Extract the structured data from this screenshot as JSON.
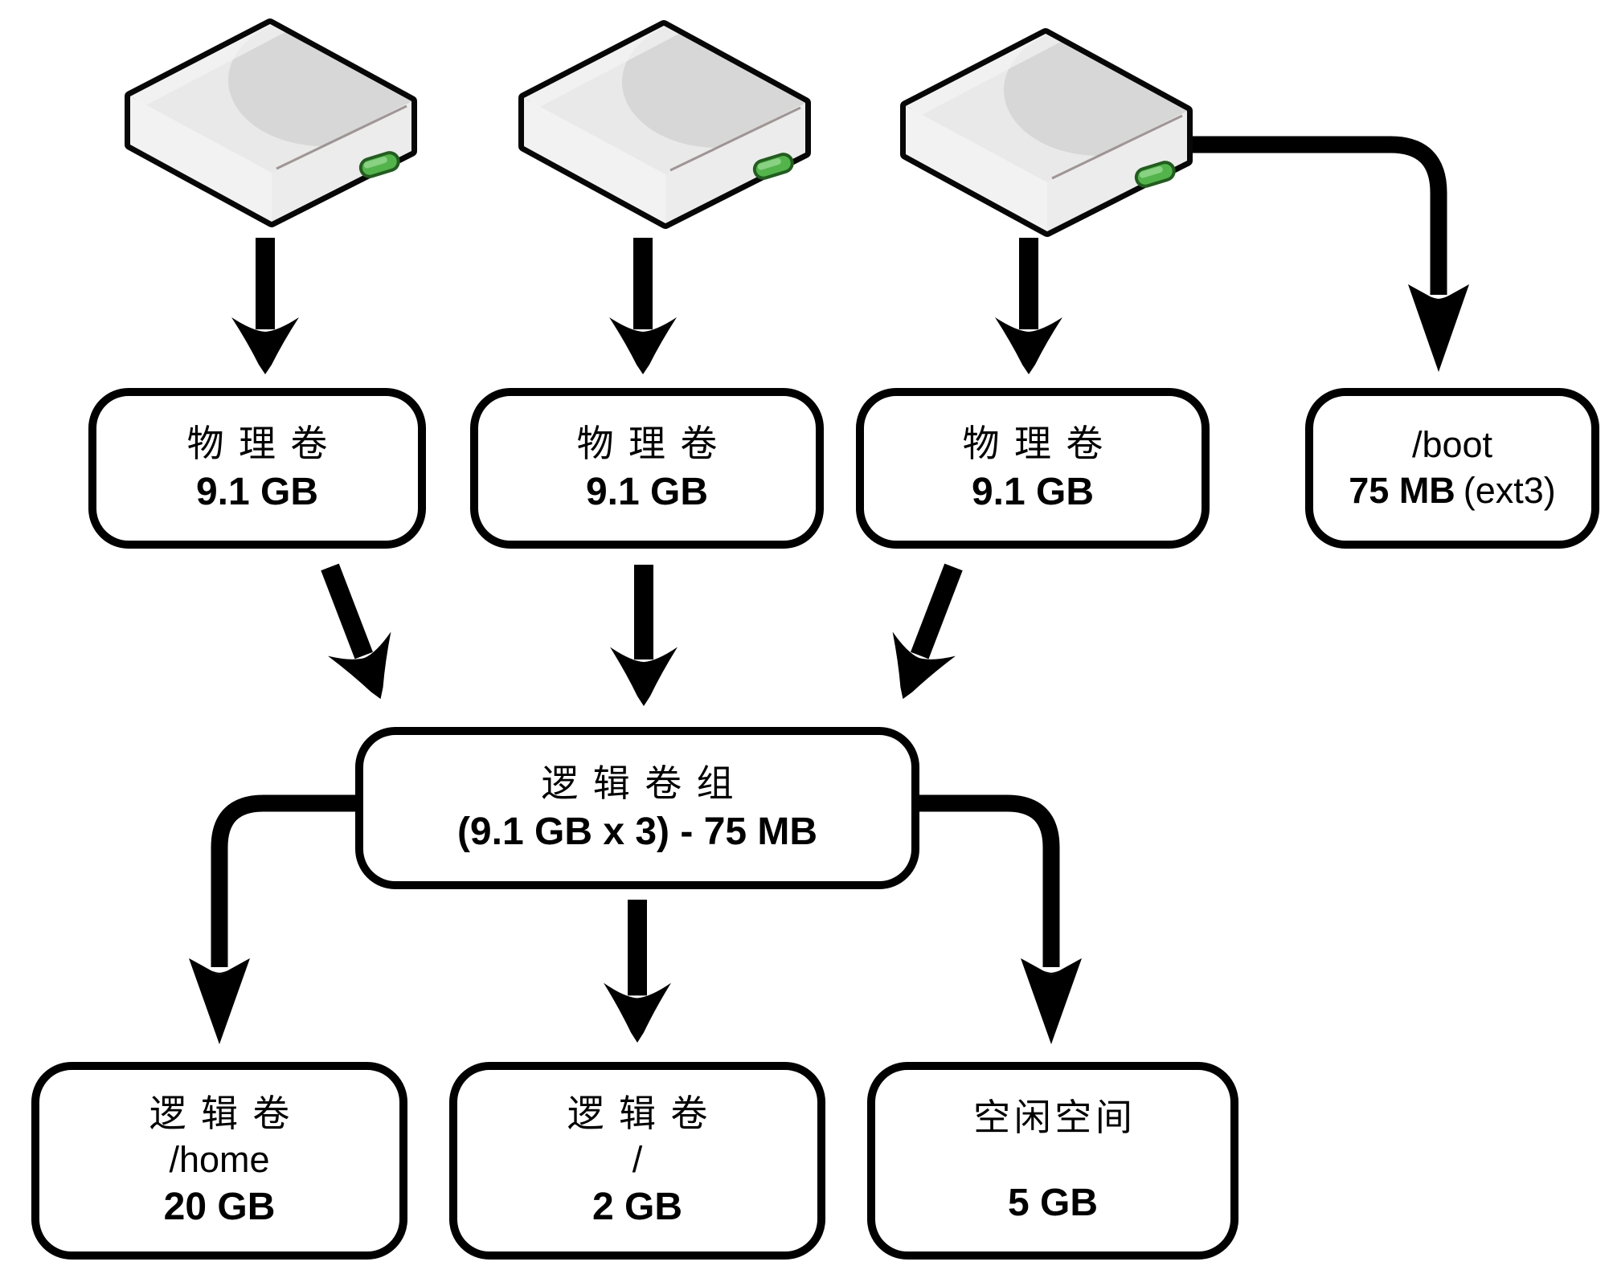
{
  "diagram": {
    "title_semantic": "LVM logical volume management diagram",
    "colors": {
      "background": "#ffffff",
      "stroke": "#000000",
      "disk_top": "#e9e9e9",
      "disk_sheen": "#d7d7d7",
      "disk_front": "#f6f6f6",
      "disk_side": "#ededed",
      "led_green": "#54b44c",
      "led_border": "#235c20"
    },
    "disks": [
      {
        "icon": "hard-drive-icon"
      },
      {
        "icon": "hard-drive-icon"
      },
      {
        "icon": "hard-drive-icon"
      }
    ],
    "physical_volumes": [
      {
        "title": "物理卷",
        "size": "9.1 GB"
      },
      {
        "title": "物理卷",
        "size": "9.1 GB"
      },
      {
        "title": "物理卷",
        "size": "9.1 GB"
      }
    ],
    "boot_partition": {
      "path": "/boot",
      "size": "75 MB",
      "filesystem": "(ext3)"
    },
    "volume_group": {
      "title": "逻辑卷组",
      "formula": "(9.1 GB x 3) - 75 MB"
    },
    "logical_volumes": [
      {
        "title": "逻辑卷",
        "path": "/home",
        "size": "20 GB"
      },
      {
        "title": "逻辑卷",
        "path": "/",
        "size": "2 GB"
      }
    ],
    "free_space": {
      "title": "空闲空间",
      "size": "5 GB"
    }
  }
}
